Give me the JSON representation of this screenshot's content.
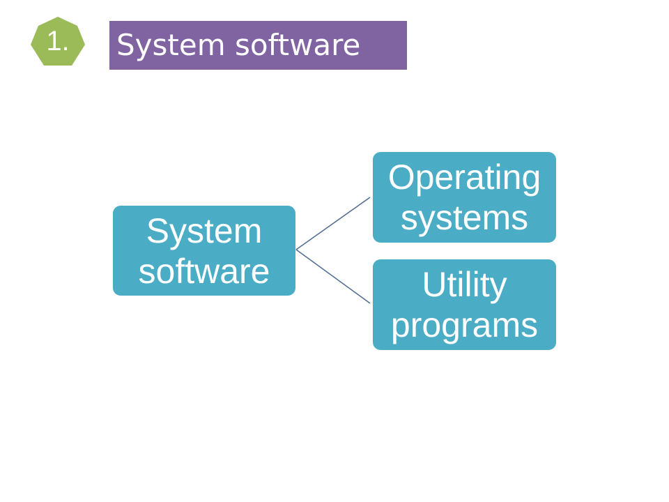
{
  "slide": {
    "number": "1.",
    "title": "System software"
  },
  "diagram": {
    "root": {
      "lines": [
        "System",
        "software"
      ]
    },
    "children": [
      {
        "lines": [
          "Operating",
          "systems"
        ]
      },
      {
        "lines": [
          "Utility",
          "programs"
        ]
      }
    ]
  },
  "colors": {
    "badge": "#9bbb59",
    "title_bar": "#8064a2",
    "node_fill": "#4bacc6",
    "connector": "#4f6b8f"
  }
}
